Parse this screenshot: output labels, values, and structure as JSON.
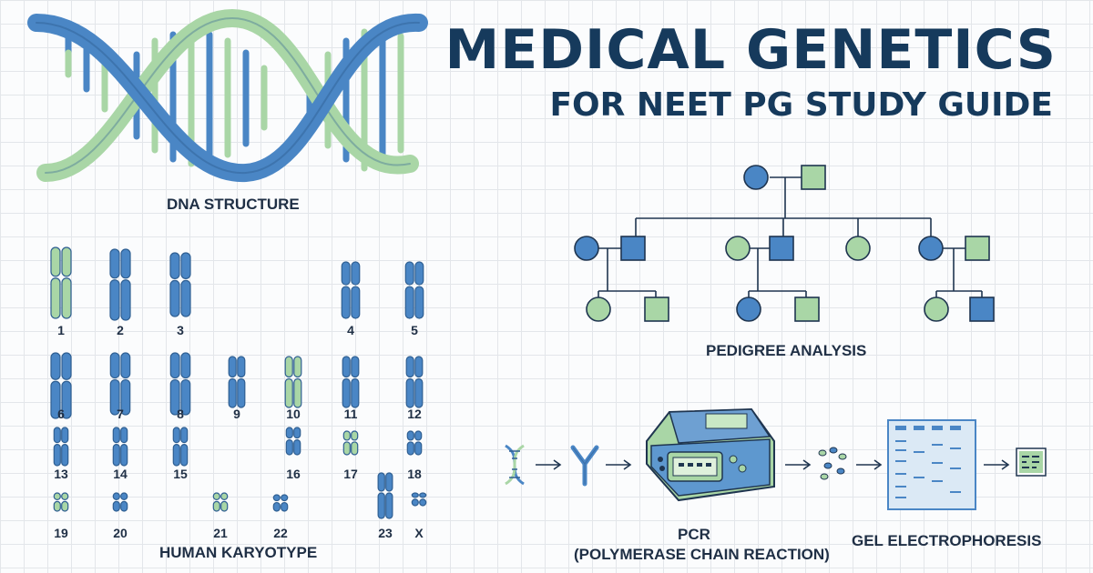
{
  "header": {
    "title": "MEDICAL GENETICS",
    "subtitle": "FOR NEET PG STUDY GUIDE"
  },
  "sections": {
    "dna": "DNA STRUCTURE",
    "karyotype": "HUMAN KARYOTYPE",
    "pedigree": "PEDIGREE ANALYSIS",
    "pcr_line1": "PCR",
    "pcr_line2": "(POLYMERASE CHAIN REACTION)",
    "gel": "GEL ELECTROPHORESIS"
  },
  "karyotype": {
    "labels": [
      "1",
      "2",
      "3",
      "4",
      "5",
      "6",
      "7",
      "8",
      "9",
      "10",
      "11",
      "12",
      "13",
      "14",
      "15",
      "16",
      "17",
      "18",
      "19",
      "20",
      "21",
      "22",
      "23",
      "X"
    ]
  },
  "colors": {
    "blue": "#4a86c5",
    "green": "#a9d6a6",
    "navy": "#163a5c",
    "outline": "#2f5f92"
  }
}
